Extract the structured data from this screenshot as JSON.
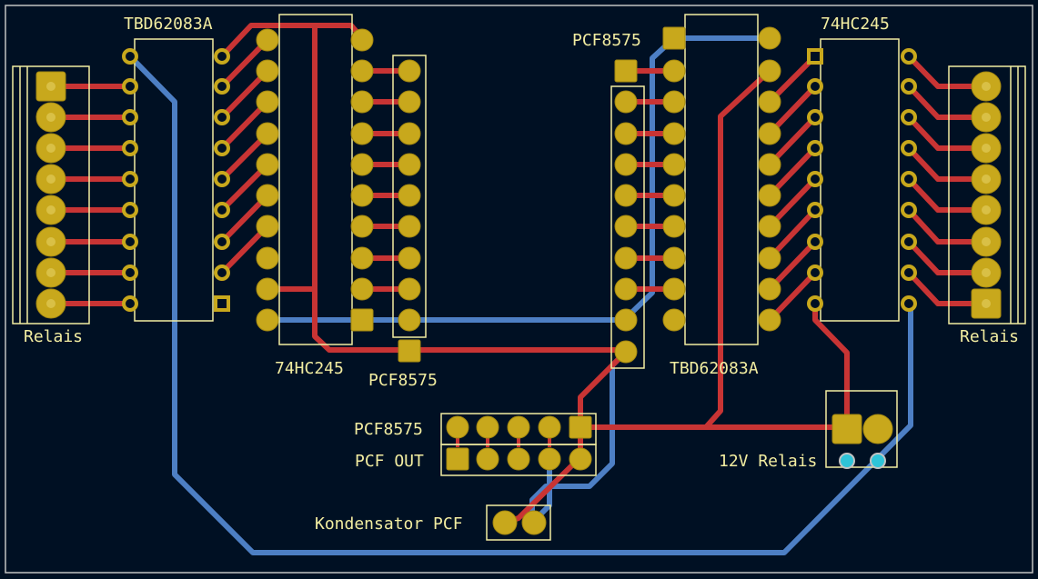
{
  "board": {
    "background": "#001023",
    "colors": {
      "front_copper": "#c83434",
      "back_copper": "#4d7fc4",
      "pad": "#c8a81c",
      "silkscreen": "#f2eda1",
      "via": "#2fc4d8",
      "outline": "#c2c2c2"
    }
  },
  "labels": {
    "tbd_left": "TBD62083A",
    "tbd_right": "TBD62083A",
    "hc_left": "74HC245",
    "hc_right": "74HC245",
    "pcf_header_left": "PCF8575",
    "pcf_header_right": "PCF8575",
    "pcf_center": "PCF8575",
    "pcf_out": "PCF OUT",
    "kondensator": "Kondensator PCF",
    "relais_left": "Relais",
    "relais_right": "Relais",
    "relais_12v": "12V Relais"
  }
}
